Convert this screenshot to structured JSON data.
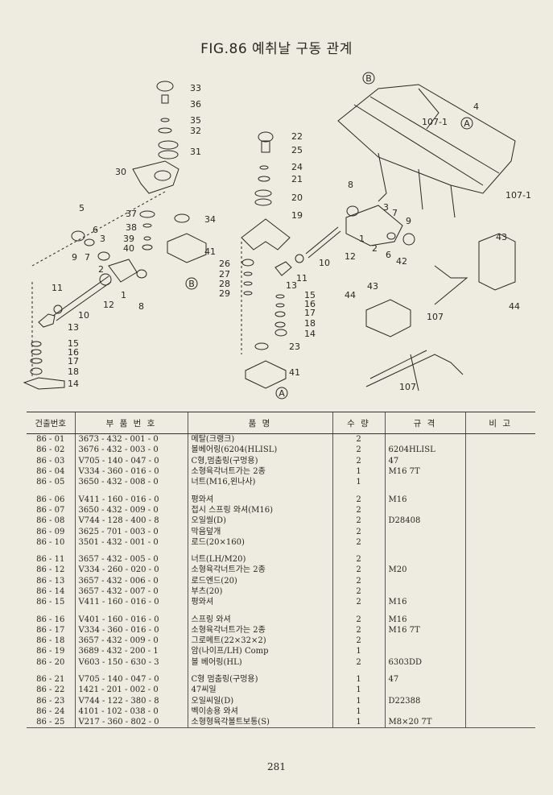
{
  "figure": {
    "title": "FIG.86 예취날 구동 관계",
    "callouts": [
      "33",
      "36",
      "35",
      "32",
      "31",
      "30",
      "5",
      "6",
      "9",
      "7",
      "37",
      "38",
      "39",
      "40",
      "34",
      "41",
      "3",
      "2",
      "1",
      "8",
      "11",
      "10",
      "12",
      "13",
      "15",
      "16",
      "17",
      "18",
      "14",
      "22",
      "25",
      "24",
      "21",
      "20",
      "19",
      "26",
      "27",
      "28",
      "29",
      "23",
      "42",
      "107-1",
      "4",
      "43",
      "44",
      "107"
    ],
    "view_markers": [
      "A",
      "B"
    ],
    "page_number": "281"
  },
  "table": {
    "headers": [
      "건출번호",
      "부 품 번 호",
      "품 명",
      "수 량",
      "규 격",
      "비 고"
    ],
    "rows": [
      [
        "86 - 01",
        "3673 - 432 - 001 - 0",
        "메탈(크랭크)",
        "2",
        "",
        ""
      ],
      [
        "86 - 02",
        "3676 - 432 - 003 - 0",
        "볼베어링(6204(HLISL)",
        "2",
        "6204HLISL",
        ""
      ],
      [
        "86 - 03",
        "V705 - 140 - 047 - 0",
        "C형,멈춤링(구멍용)",
        "2",
        "47",
        ""
      ],
      [
        "86 - 04",
        "V334 - 360 - 016 - 0",
        "소형육각너트가는 2종",
        "1",
        "M16 7T",
        ""
      ],
      [
        "86 - 05",
        "3650 - 432 - 008 - 0",
        "너트(M16,왼나사)",
        "1",
        "",
        ""
      ],
      [
        "86 - 06",
        "V411 - 160 - 016 - 0",
        "평와셔",
        "2",
        "M16",
        ""
      ],
      [
        "86 - 07",
        "3650 - 432 - 009 - 0",
        "접시 스프링 와셔(M16)",
        "2",
        "",
        ""
      ],
      [
        "86 - 08",
        "V744 - 128 - 400 - 8",
        "오일씰(D)",
        "2",
        "D28408",
        ""
      ],
      [
        "86 - 09",
        "3625 - 701 - 003 - 0",
        "막음덮개",
        "2",
        "",
        ""
      ],
      [
        "86 - 10",
        "3501 - 432 - 001 - 0",
        "로드(20×160)",
        "2",
        "",
        ""
      ],
      [
        "86 - 11",
        "3657 - 432 - 005 - 0",
        "너트(LH/M20)",
        "2",
        "",
        ""
      ],
      [
        "86 - 12",
        "V334 - 260 - 020 - 0",
        "소형육각너트가는 2종",
        "2",
        "M20",
        ""
      ],
      [
        "86 - 13",
        "3657 - 432 - 006 - 0",
        "로드엔드(20)",
        "2",
        "",
        ""
      ],
      [
        "86 - 14",
        "3657 - 432 - 007 - 0",
        "부츠(20)",
        "2",
        "",
        ""
      ],
      [
        "86 - 15",
        "V411 - 160 - 016 - 0",
        "평와셔",
        "2",
        "M16",
        ""
      ],
      [
        "86 - 16",
        "V401 - 160 - 016 - 0",
        "스프링 와셔",
        "2",
        "M16",
        ""
      ],
      [
        "86 - 17",
        "V334 - 360 - 016 - 0",
        "소형육각너트가는 2종",
        "2",
        "M16 7T",
        ""
      ],
      [
        "86 - 18",
        "3657 - 432 - 009 - 0",
        "그로메트(22×32×2)",
        "2",
        "",
        ""
      ],
      [
        "86 - 19",
        "3689 - 432 - 200 - 1",
        "암(나이프/LH) Comp",
        "1",
        "",
        ""
      ],
      [
        "86 - 20",
        "V603 - 150 - 630 - 3",
        "볼 베어링(HL)",
        "2",
        "6303DD",
        ""
      ],
      [
        "86 - 21",
        "V705 - 140 - 047 - 0",
        "C형 멈춤링(구멍용)",
        "1",
        "47",
        ""
      ],
      [
        "86 - 22",
        "1421 - 201 - 002 - 0",
        "47씨일",
        "1",
        "",
        ""
      ],
      [
        "86 - 23",
        "V744 - 122 - 380 - 8",
        "오일씨일(D)",
        "1",
        "D22388",
        ""
      ],
      [
        "86 - 24",
        "4101 - 102 - 038 - 0",
        "벡이송용 와셔",
        "1",
        "",
        ""
      ],
      [
        "86 - 25",
        "V217 - 360 - 802 - 0",
        "소형형육각볼트보통(S)",
        "1",
        "M8×20 7T",
        ""
      ]
    ]
  }
}
